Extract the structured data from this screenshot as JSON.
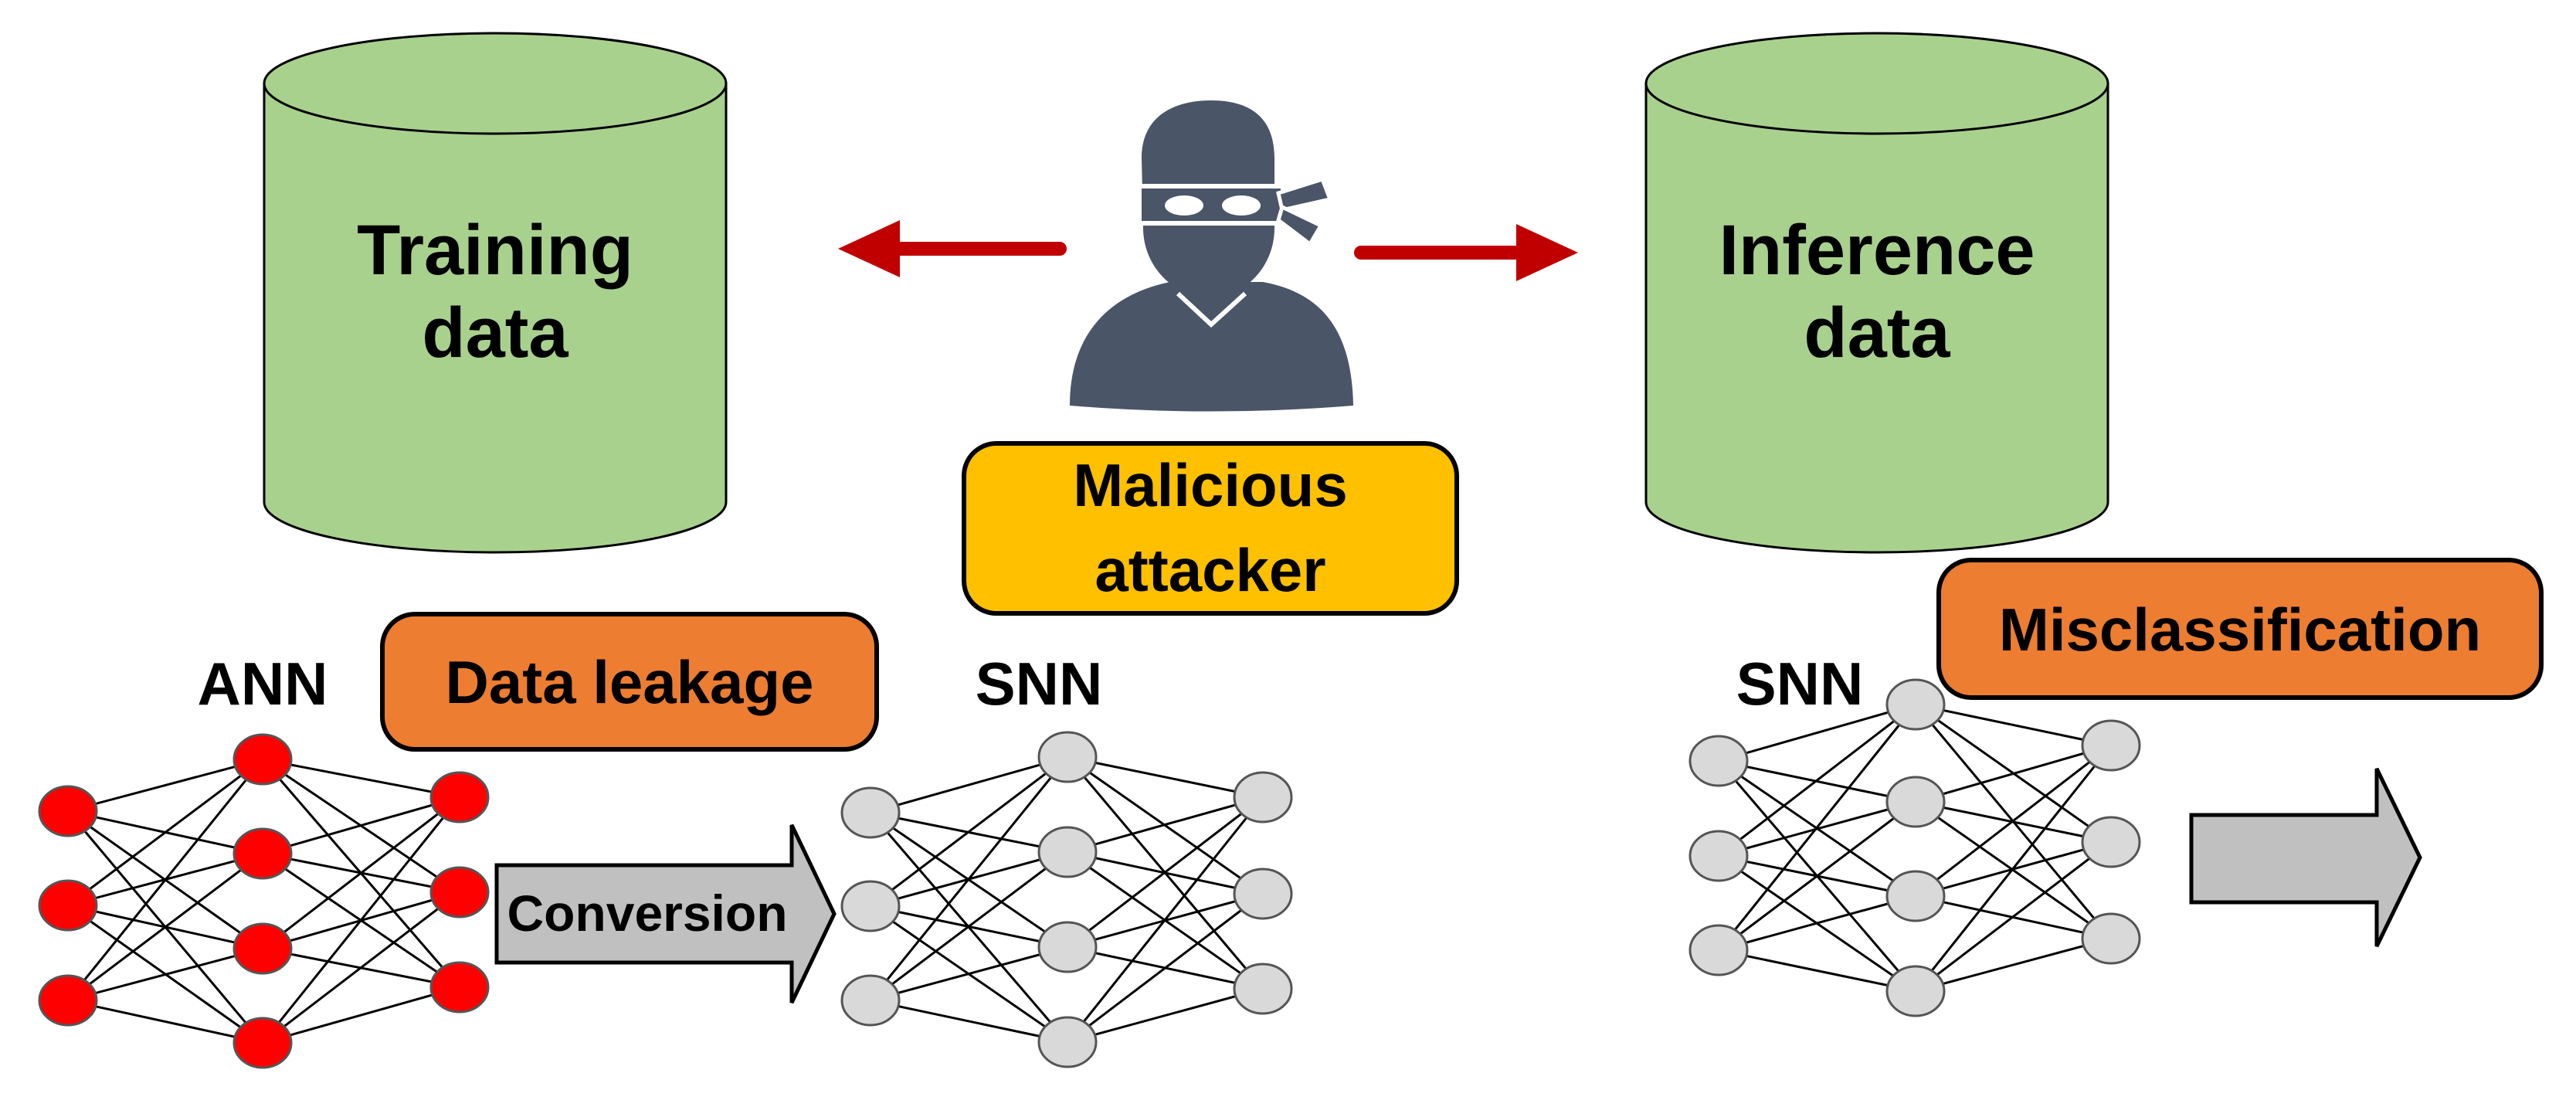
{
  "databases": {
    "training": {
      "line1": "Training",
      "line2": "data"
    },
    "inference": {
      "line1": "Inference",
      "line2": "data"
    }
  },
  "attacker": {
    "line1": "Malicious",
    "line2": "attacker"
  },
  "labels": {
    "ann": "ANN",
    "snn_middle": "SNN",
    "snn_right": "SNN",
    "data_leakage": "Data leakage",
    "misclassification": "Misclassification",
    "conversion": "Conversion"
  },
  "colors": {
    "database_fill": "#a9d18e",
    "attacker_box": "#ffc000",
    "warning_box": "#ed7d31",
    "ann_neuron": "#ff0000",
    "snn_neuron": "#d9d9d9",
    "threat_arrow": "#c00000",
    "process_arrow": "#c0c0c0",
    "attacker_icon": "#4a5568"
  },
  "icons": {
    "attacker": "masked-hacker-icon"
  }
}
